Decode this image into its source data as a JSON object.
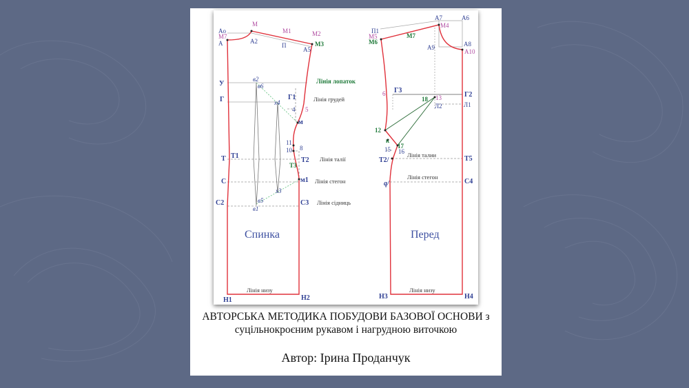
{
  "slide": {
    "title_line1": "АВТОРСЬКА МЕТОДИКА ПОБУДОВИ БАЗОВОЇ ОСНОВИ з",
    "title_line2": "суцільнокроєним рукавом і нагрудною виточкою",
    "author": "Автор: Ірина Проданчук"
  },
  "colors": {
    "background": "#5d6985",
    "pattern_line": "#e0303a",
    "label_blue": "#2f3f93",
    "label_magenta": "#b04aa0",
    "label_green": "#1f7a3a"
  },
  "back": {
    "name": "Спинка",
    "lines": {
      "shoulder_blades": "Лінія лопаток",
      "chest": "Лінія грудей",
      "waist": "Лінія талії",
      "hip": "Лінія стегон",
      "seat": "Лінія сідниць",
      "hem": "Лінія низу"
    },
    "points": {
      "Ao": "Ao",
      "M7": "M7",
      "A": "A",
      "M": "M",
      "A2": "A2",
      "M1": "M1",
      "M2": "M2",
      "P": "П",
      "A5": "A5",
      "M3": "M3",
      "U": "У",
      "G": "Г",
      "G1": "Г1",
      "p4": "4",
      "p5": "5",
      "m": "м",
      "p11": "11",
      "p10": "10",
      "p8": "8",
      "T": "T",
      "T1": "T1",
      "T2": "T2",
      "T3": "T3",
      "C": "C",
      "M1b": "м1",
      "C2": "C2",
      "C3": "C3",
      "H1": "H1",
      "H2": "H2",
      "v2": "в2",
      "v6": "в6",
      "x4": "х4",
      "x3": "х3",
      "v5": "в5",
      "v1": "в1"
    }
  },
  "front": {
    "name": "Перед",
    "lines": {
      "waist": "Лінія талии",
      "hip": "Лінія стегон",
      "hem": "Лінія низу"
    },
    "points": {
      "A7": "A7",
      "A6": "A6",
      "P1": "П1",
      "M5": "M5",
      "M6": "M6",
      "M7": "M7",
      "M4": "M4",
      "A9": "A9",
      "A8": "A8",
      "A10": "A10",
      "p6": "6",
      "G3": "Г3",
      "G2": "Г2",
      "p18": "18",
      "p13": "13",
      "L2": "Л2",
      "L1": "Л1",
      "p12": "12",
      "K": "к",
      "p17": "17",
      "p15": "15",
      "p16": "16",
      "T2p": "T2/",
      "T5": "T5",
      "q": "q/",
      "C4": "C4",
      "H3": "H3",
      "H4": "H4"
    }
  }
}
